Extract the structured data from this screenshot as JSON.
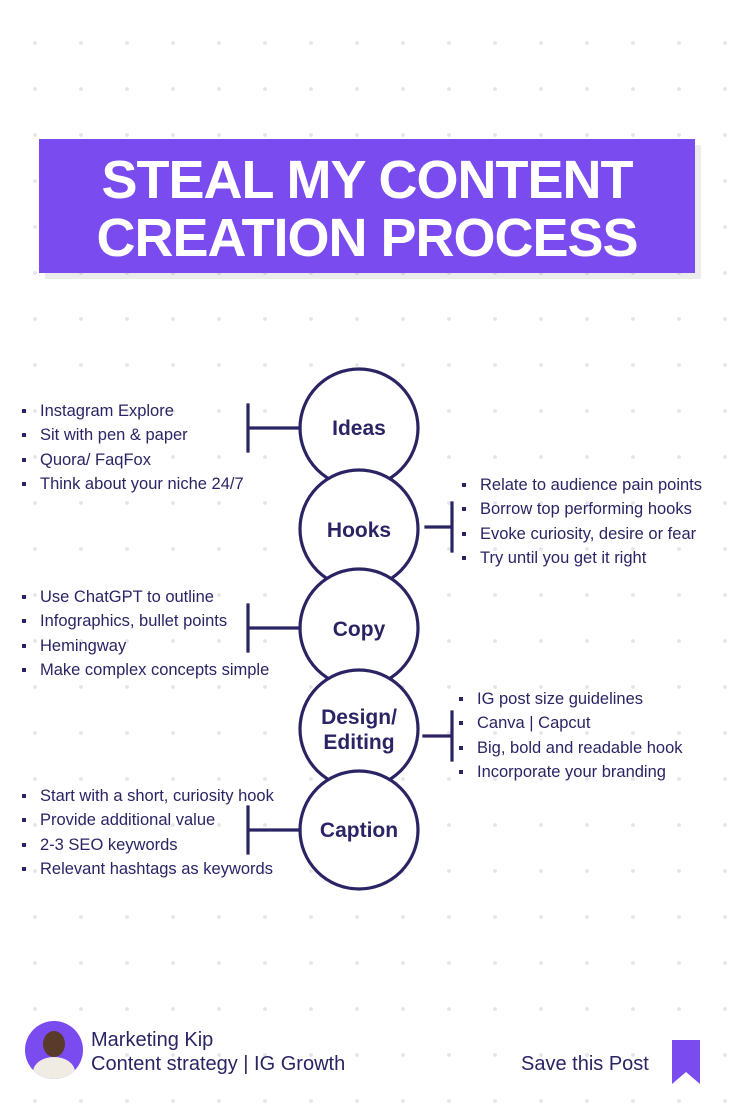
{
  "title": {
    "line1": "STEAL MY CONTENT",
    "line2": "CREATION PROCESS"
  },
  "colors": {
    "accent": "#7a4cf0",
    "ink": "#2a2464"
  },
  "stages": [
    {
      "label": "Ideas",
      "side": "left",
      "bullets": [
        "Instagram Explore",
        "Sit with pen & paper",
        "Quora/ FaqFox",
        "Think about your niche 24/7"
      ]
    },
    {
      "label": "Hooks",
      "side": "right",
      "bullets": [
        "Relate to audience pain points",
        "Borrow top performing hooks",
        "Evoke curiosity, desire or fear",
        "Try until you get it right"
      ]
    },
    {
      "label": "Copy",
      "side": "left",
      "bullets": [
        "Use ChatGPT to outline",
        "Infographics, bullet points",
        "Hemingway",
        "Make complex concepts simple"
      ]
    },
    {
      "label_line1": "Design/",
      "label_line2": "Editing",
      "side": "right",
      "bullets": [
        "IG post size guidelines",
        "Canva | Capcut",
        "Big, bold and readable hook",
        "Incorporate your branding"
      ]
    },
    {
      "label": "Caption",
      "side": "left",
      "bullets": [
        "Start with a short, curiosity hook",
        "Provide additional value",
        "2-3 SEO keywords",
        "Relevant hashtags as keywords"
      ]
    }
  ],
  "footer": {
    "author_name": "Marketing Kip",
    "author_tagline": "Content strategy | IG Growth",
    "save_text": "Save this Post",
    "avatar_icon": "profile-photo",
    "save_icon": "bookmark-icon"
  }
}
